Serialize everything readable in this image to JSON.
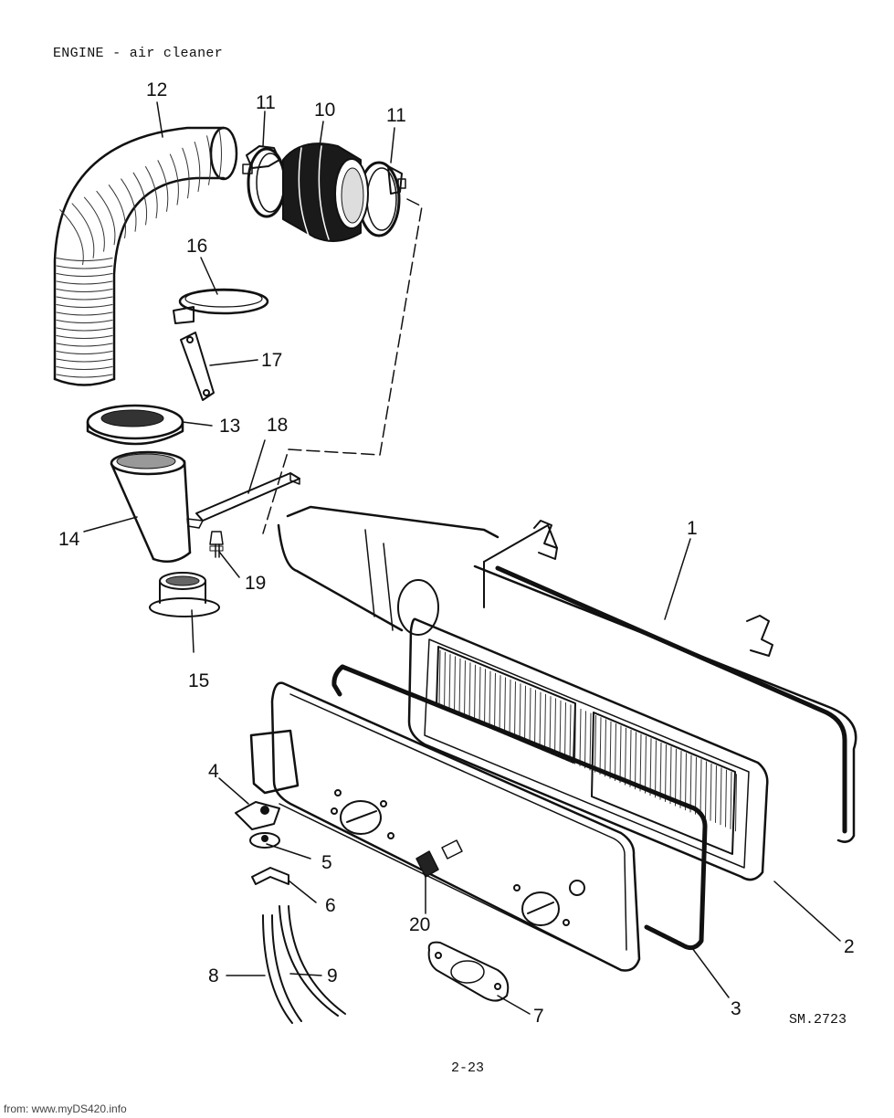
{
  "header": {
    "title": "ENGINE - air cleaner"
  },
  "drawing": {
    "ref": "SM.2723",
    "page_number": "2-23",
    "watermark": "from: www.myDS420.info",
    "callouts": [
      {
        "id": "c12",
        "label": "12"
      },
      {
        "id": "c11a",
        "label": "11"
      },
      {
        "id": "c10",
        "label": "10"
      },
      {
        "id": "c11b",
        "label": "11"
      },
      {
        "id": "c16",
        "label": "16"
      },
      {
        "id": "c17",
        "label": "17"
      },
      {
        "id": "c13",
        "label": "13"
      },
      {
        "id": "c18",
        "label": "18"
      },
      {
        "id": "c14",
        "label": "14"
      },
      {
        "id": "c19",
        "label": "19"
      },
      {
        "id": "c15",
        "label": "15"
      },
      {
        "id": "c1",
        "label": "1"
      },
      {
        "id": "c4",
        "label": "4"
      },
      {
        "id": "c5",
        "label": "5"
      },
      {
        "id": "c6",
        "label": "6"
      },
      {
        "id": "c20",
        "label": "20"
      },
      {
        "id": "c2",
        "label": "2"
      },
      {
        "id": "c8",
        "label": "8"
      },
      {
        "id": "c9",
        "label": "9"
      },
      {
        "id": "c3",
        "label": "3"
      },
      {
        "id": "c7",
        "label": "7"
      }
    ]
  }
}
